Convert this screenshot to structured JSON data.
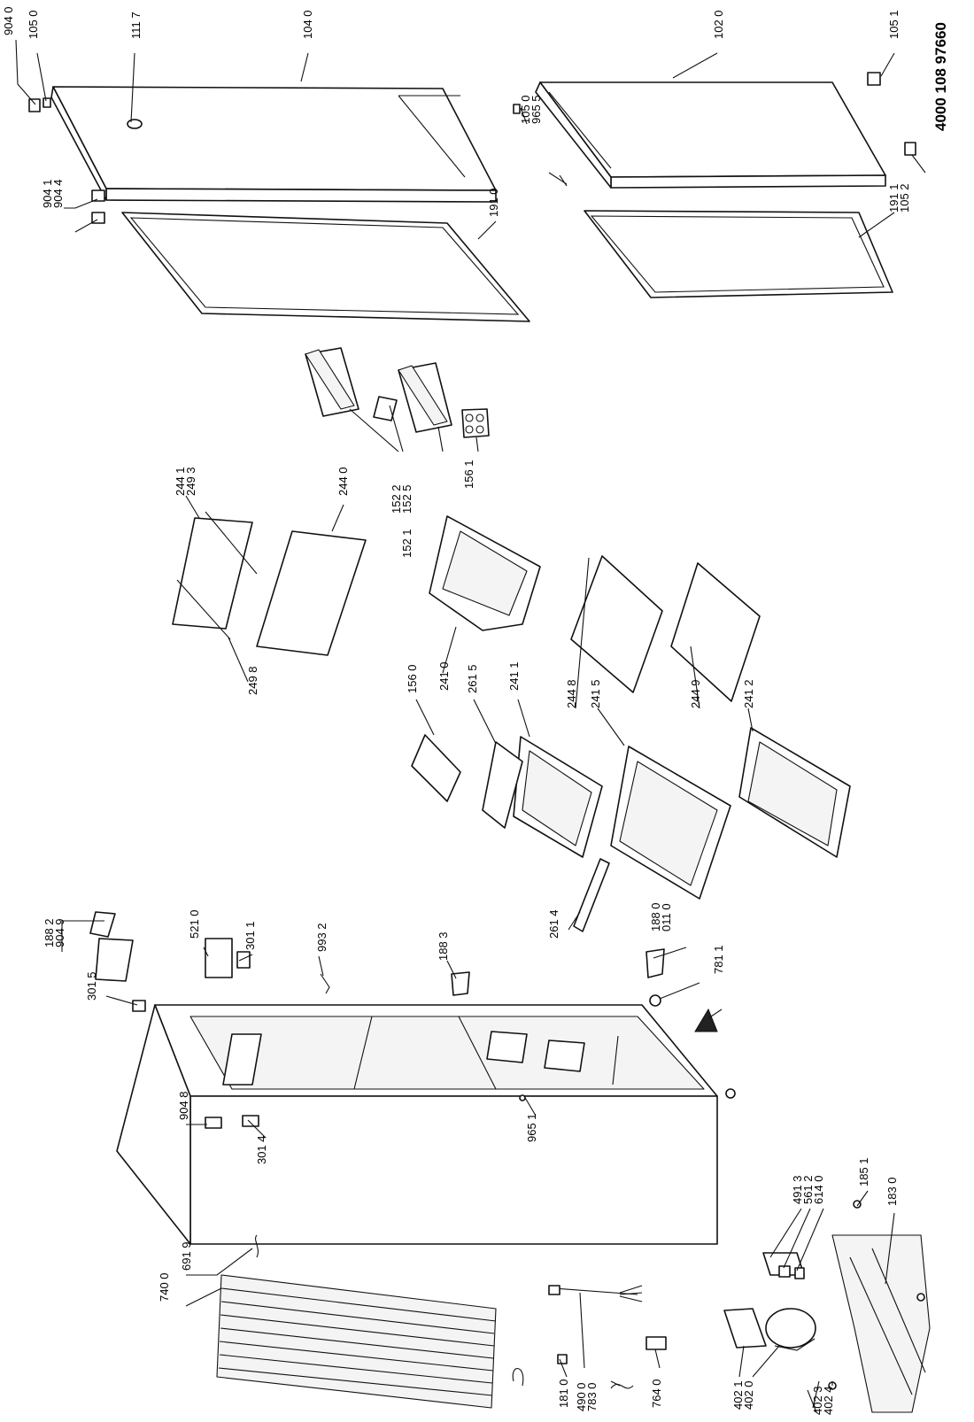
{
  "document_number": "4000 108 97660",
  "part_labels": [
    {
      "text": "904 0"
    },
    {
      "text": "105 0"
    },
    {
      "text": "111 7"
    },
    {
      "text": "104 0"
    },
    {
      "text": "102 0"
    },
    {
      "text": "105 1"
    },
    {
      "text": "105 0"
    },
    {
      "text": "965 5"
    },
    {
      "text": "904 1"
    },
    {
      "text": "904 4"
    },
    {
      "text": "191 0"
    },
    {
      "text": "191 1"
    },
    {
      "text": "105 2"
    },
    {
      "text": "244 1"
    },
    {
      "text": "249 3"
    },
    {
      "text": "244 0"
    },
    {
      "text": "152 2"
    },
    {
      "text": "152 5"
    },
    {
      "text": "152 1"
    },
    {
      "text": "156 1"
    },
    {
      "text": "249 8"
    },
    {
      "text": "156 0"
    },
    {
      "text": "241 0"
    },
    {
      "text": "261 5"
    },
    {
      "text": "241 1"
    },
    {
      "text": "244 8"
    },
    {
      "text": "241 5"
    },
    {
      "text": "244 9"
    },
    {
      "text": "241 2"
    },
    {
      "text": "188 2"
    },
    {
      "text": "904 9"
    },
    {
      "text": "521 0"
    },
    {
      "text": "301 1"
    },
    {
      "text": "993 2"
    },
    {
      "text": "188 3"
    },
    {
      "text": "261 4"
    },
    {
      "text": "188 0"
    },
    {
      "text": "011 0"
    },
    {
      "text": "781 1"
    },
    {
      "text": "301 5"
    },
    {
      "text": "965 1"
    },
    {
      "text": "904 8"
    },
    {
      "text": "301 4"
    },
    {
      "text": "691 9"
    },
    {
      "text": "740 0"
    },
    {
      "text": "491 3"
    },
    {
      "text": "561 2"
    },
    {
      "text": "614 0"
    },
    {
      "text": "185 1"
    },
    {
      "text": "183 0"
    },
    {
      "text": "181 0"
    },
    {
      "text": "490 0"
    },
    {
      "text": "783 0"
    },
    {
      "text": "764 0"
    },
    {
      "text": "402 1"
    },
    {
      "text": "402 0"
    },
    {
      "text": "402 3"
    },
    {
      "text": "402 4"
    }
  ]
}
